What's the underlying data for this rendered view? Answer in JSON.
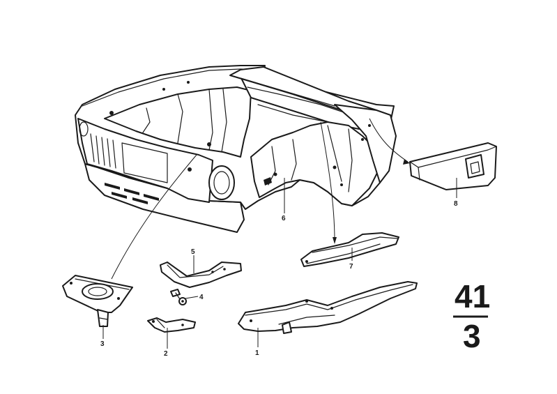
{
  "callouts": [
    {
      "id": "1",
      "label": "1"
    },
    {
      "id": "2",
      "label": "2"
    },
    {
      "id": "3",
      "label": "3"
    },
    {
      "id": "4",
      "label": "4"
    },
    {
      "id": "5",
      "label": "5"
    },
    {
      "id": "6",
      "label": "6"
    },
    {
      "id": "7",
      "label": "7"
    },
    {
      "id": "8",
      "label": "8"
    }
  ],
  "group": {
    "main": "41",
    "sub": "3"
  },
  "colors": {
    "ink": "#1a1a1a",
    "paper": "#ffffff"
  }
}
